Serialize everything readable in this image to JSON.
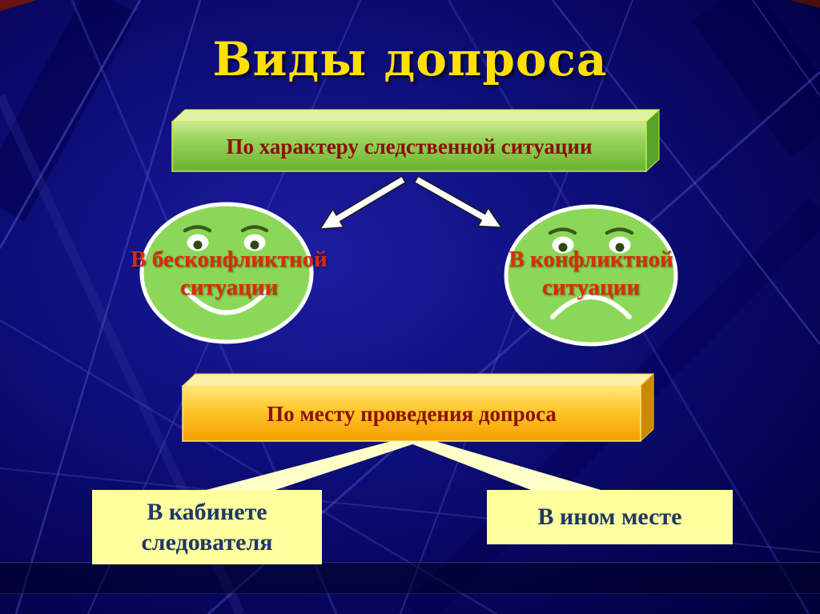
{
  "slide": {
    "title": "Виды допроса",
    "top_box": {
      "label": "По характеру следственной ситуации"
    },
    "branches": {
      "left": {
        "label": "В бесконфликтной ситуации",
        "icon": "smiley-face"
      },
      "right": {
        "label": "В конфликтной ситуации",
        "icon": "sad-face"
      }
    },
    "middle_box": {
      "label": "По месту проведения допроса"
    },
    "bottom_boxes": {
      "left": {
        "label": "В кабинете следователя"
      },
      "right": {
        "label": "В ином месте"
      }
    }
  },
  "colors": {
    "background": "#0d0d78",
    "title_text": "#ffe100",
    "bar_label_text": "#8b1006",
    "branch_label_text": "#da2c08",
    "green_box": "#7cc83e",
    "orange_box": "#ffc125",
    "face_fill": "#8cd757",
    "arrow_fill": "#ffffff",
    "beam_fill": "#ffffc8",
    "bottom_box_fill": "#ffffa0",
    "bottom_box_text": "#1f3864"
  }
}
